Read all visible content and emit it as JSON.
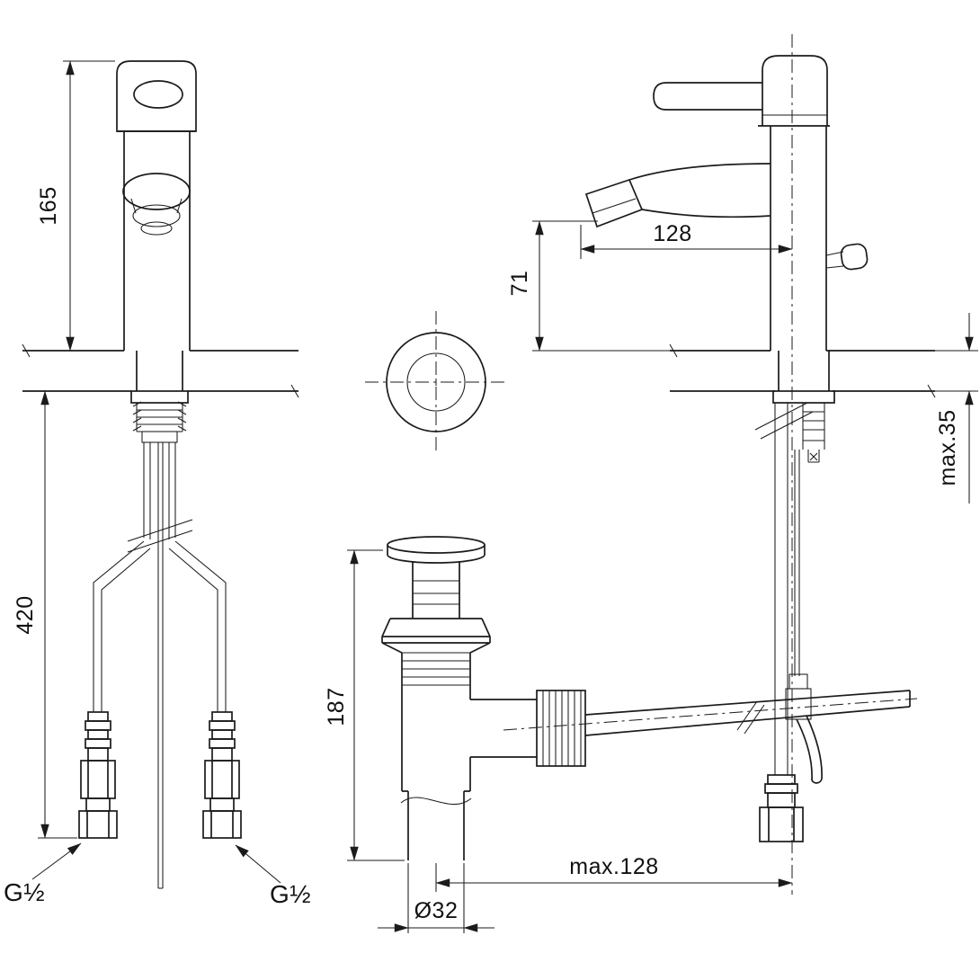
{
  "dimensions": {
    "front_height": "165",
    "supply_length": "420",
    "spout_reach": "128",
    "spout_height": "71",
    "deck_thickness_max": "max.35",
    "drain_height": "187",
    "rod_reach_max": "max.128",
    "drain_diameter": "Ø32",
    "thread_size_left": "G½",
    "thread_size_right": "G½"
  }
}
